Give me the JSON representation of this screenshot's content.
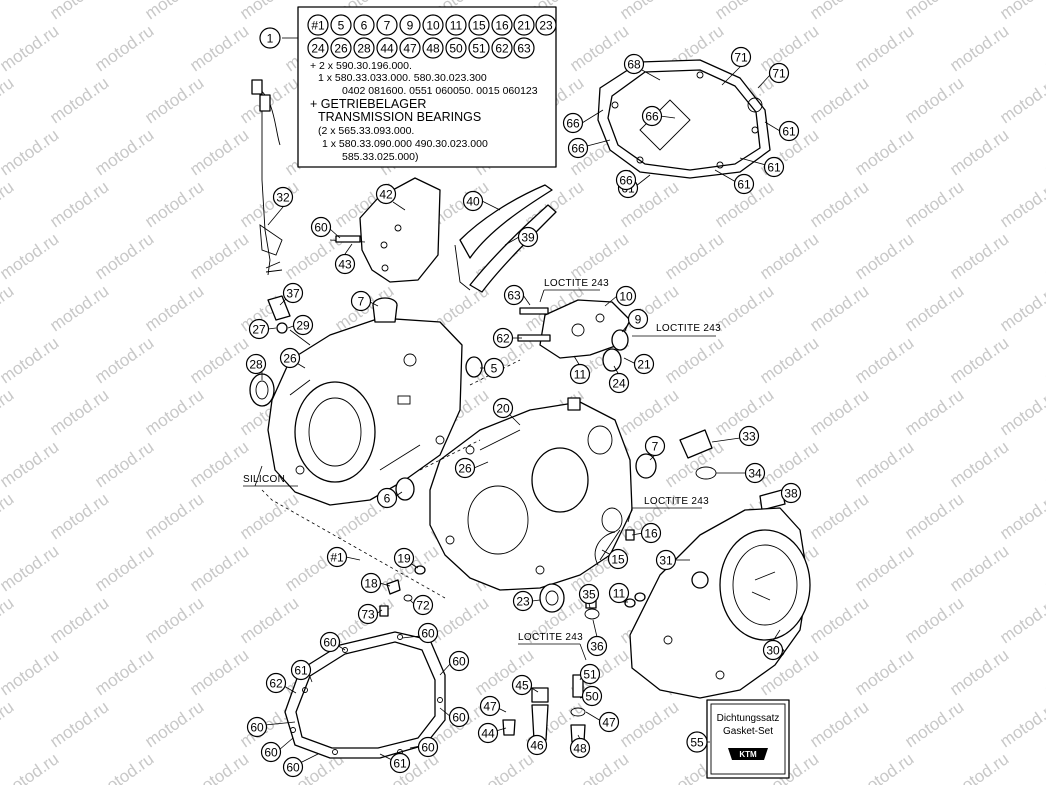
{
  "watermark": "motod.ru",
  "parts_box": {
    "callout": "1",
    "kit_items": [
      "#1",
      "5",
      "6",
      "7",
      "9",
      "10",
      "11",
      "15",
      "16",
      "21",
      "23",
      "24",
      "26",
      "28",
      "44",
      "47",
      "48",
      "50",
      "51",
      "62",
      "63"
    ],
    "notes": [
      "+ 2 x 590.30.196.000.",
      "1 x 580.33.033.000. 580.30.023.300",
      "0402 081600. 0551 060050. 0015 060123",
      "+ GETRIEBELAGER",
      "TRANSMISSION BEARINGS",
      "(2 x 565.33.093.000.",
      "1 x 580.33.090.000  490.30.023.000",
      "585.33.025.000)"
    ]
  },
  "labels": {
    "loctite_1": "LOCTITE 243",
    "loctite_2": "LOCTITE 243",
    "loctite_3": "LOCTITE 243",
    "loctite_4": "LOCTITE 243",
    "silicon": "SILICON"
  },
  "gasket_set": {
    "line1": "Dichtungssatz",
    "line2": "Gasket-Set",
    "logo": "KTM",
    "callout": "55"
  },
  "callouts": [
    "71",
    "71",
    "68",
    "66",
    "66",
    "61",
    "66",
    "61",
    "61",
    "66",
    "61",
    "42",
    "40",
    "32",
    "60",
    "43",
    "39",
    "37",
    "7",
    "63",
    "10",
    "9",
    "27",
    "29",
    "62",
    "21",
    "28",
    "26",
    "5",
    "11",
    "24",
    "20",
    "33",
    "7",
    "34",
    "26",
    "6",
    "38",
    "16",
    "15",
    "19",
    "18",
    "72",
    "73",
    "31",
    "23",
    "35",
    "11",
    "36",
    "30",
    "60",
    "60",
    "60",
    "61",
    "62",
    "60",
    "60",
    "60",
    "61",
    "60",
    "60",
    "45",
    "51",
    "50",
    "47",
    "47",
    "44",
    "46",
    "48",
    "#1"
  ]
}
